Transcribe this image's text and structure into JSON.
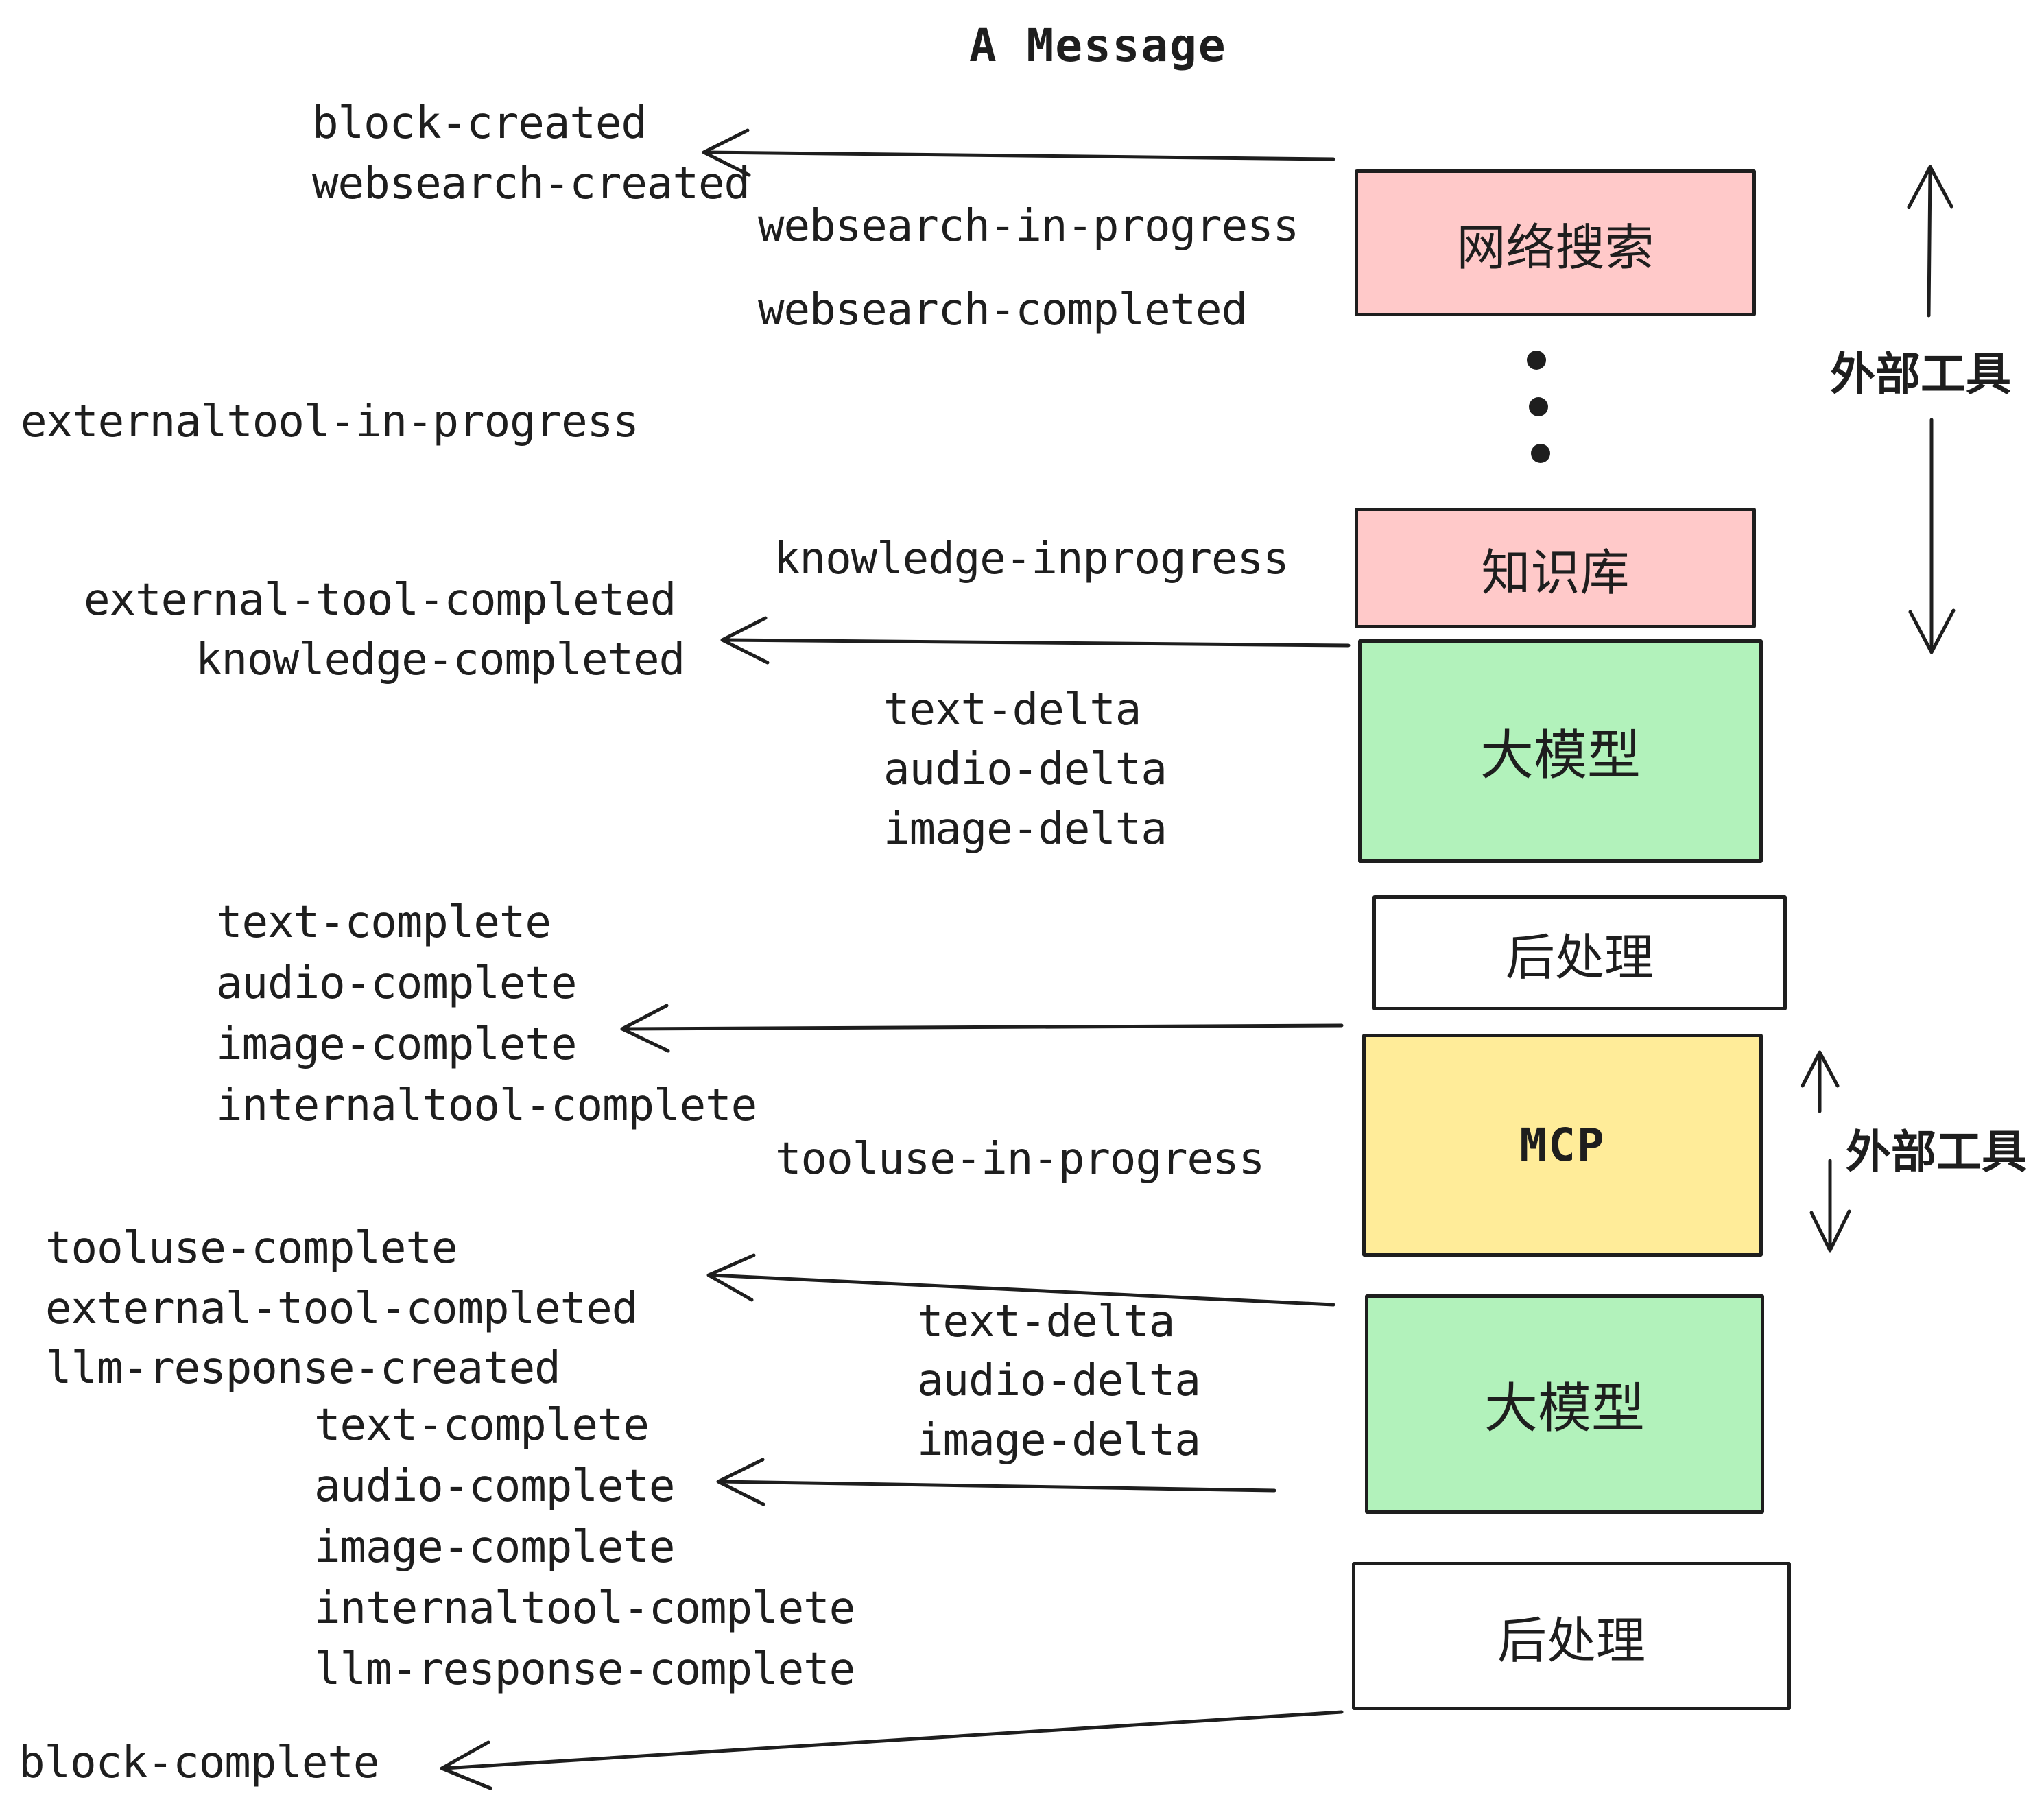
{
  "title": "A Message",
  "labels": {
    "block_created": "block-created",
    "websearch_created": "websearch-created",
    "websearch_in_progress": "websearch-in-progress",
    "websearch_completed": "websearch-completed",
    "externaltool_in_progress": "externaltool-in-progress",
    "knowledge_inprogress": "knowledge-inprogress",
    "external_tool_completed": "external-tool-completed",
    "knowledge_completed": "knowledge-completed",
    "text_delta": "text-delta",
    "audio_delta": "audio-delta",
    "image_delta": "image-delta",
    "text_complete": "text-complete",
    "audio_complete": "audio-complete",
    "image_complete": "image-complete",
    "internaltool_complete": "internaltool-complete",
    "tooluse_in_progress": "tooluse-in-progress",
    "tooluse_complete": "tooluse-complete",
    "external_tool_completed_2": "external-tool-completed",
    "llm_response_created": "llm-response-created",
    "text_complete_2": "text-complete",
    "audio_complete_2": "audio-complete",
    "image_complete_2": "image-complete",
    "internaltool_complete_2": "internaltool-complete",
    "llm_response_complete": "llm-response-complete",
    "block_complete": "block-complete",
    "text_delta_2": "text-delta",
    "audio_delta_2": "audio-delta",
    "image_delta_2": "image-delta"
  },
  "boxes": {
    "websearch": {
      "label": "网络搜索",
      "color": "#ffc9c9"
    },
    "knowledge": {
      "label": "知识库",
      "color": "#ffc9c9"
    },
    "llm1": {
      "label": "大模型",
      "color": "#b2f2bb"
    },
    "post1": {
      "label": "后处理",
      "color": "#ffffff"
    },
    "mcp": {
      "label": "MCP",
      "color": "#ffec99"
    },
    "llm2": {
      "label": "大模型",
      "color": "#b2f2bb"
    },
    "post2": {
      "label": "后处理",
      "color": "#ffffff"
    }
  },
  "side_labels": {
    "external_tools_top": "外部工具",
    "external_tools_mcp": "外部工具"
  },
  "icons": {
    "vertical_dots": "vertical-ellipsis",
    "arrow_style": "hand-drawn open arrowheads",
    "line_color": "#1e1e1e"
  }
}
